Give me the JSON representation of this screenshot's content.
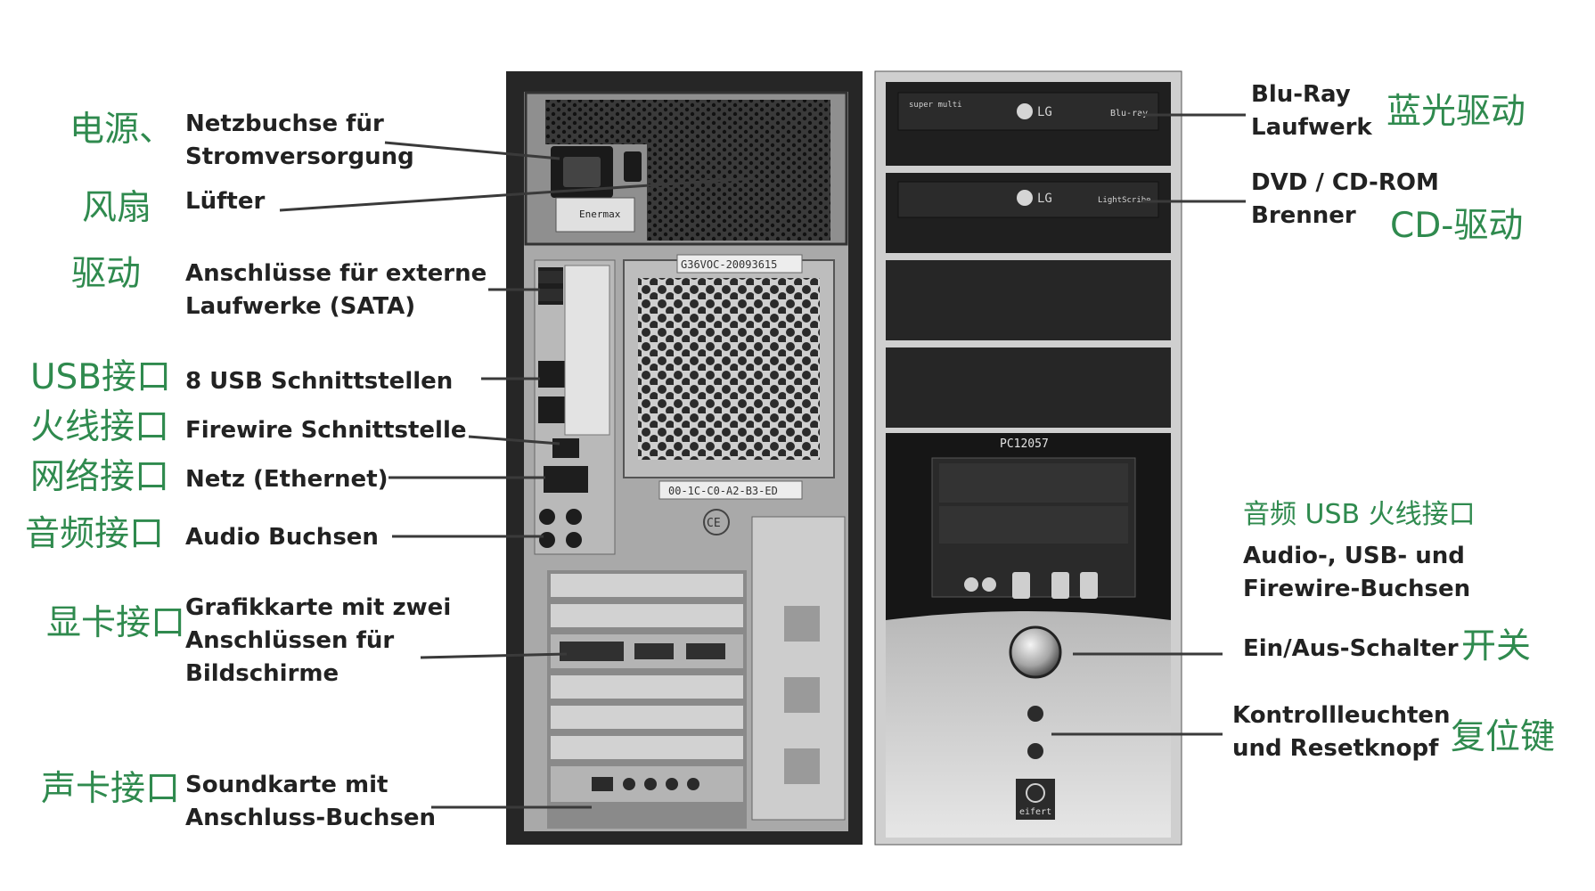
{
  "colors": {
    "label_text": "#222222",
    "handwriting": "#2f8a4e",
    "pointer_line": "#3a3a3a",
    "case_dark": "#2a2a2a",
    "case_grey": "#9a9a9a",
    "front_panel_light": "#d8d8d8"
  },
  "back_labels": [
    {
      "lines": [
        "Netzbuchse für",
        "Stromversorgung"
      ],
      "handwritten": "电源、"
    },
    {
      "lines": [
        "Lüfter"
      ],
      "handwritten": "风扇"
    },
    {
      "lines": [
        "Anschlüsse für externe",
        "Laufwerke (SATA)"
      ],
      "handwritten": "驱动"
    },
    {
      "lines": [
        "8 USB Schnittstellen"
      ],
      "handwritten": "USB接口"
    },
    {
      "lines": [
        "Firewire Schnittstelle"
      ],
      "handwritten": "火线接口"
    },
    {
      "lines": [
        "Netz (Ethernet)"
      ],
      "handwritten": "网络接口"
    },
    {
      "lines": [
        "Audio Buchsen"
      ],
      "handwritten": "音频接口"
    },
    {
      "lines": [
        "Grafikkarte mit zwei",
        "Anschlüssen für",
        "Bildschirme"
      ],
      "handwritten": "显卡接口"
    },
    {
      "lines": [
        "Soundkarte mit",
        "Anschluss-Buchsen"
      ],
      "handwritten": "声卡接口"
    }
  ],
  "front_labels": [
    {
      "lines": [
        "Blu-Ray",
        "Laufwerk"
      ],
      "handwritten": "蓝光驱动"
    },
    {
      "lines": [
        "DVD / CD-ROM",
        "Brenner"
      ],
      "handwritten": "CD-驱动"
    },
    {
      "lines": [
        "Audio-, USB- und",
        "Firewire-Buchsen"
      ],
      "handwritten": "音频 USB 火线接口"
    },
    {
      "lines": [
        "Ein/Aus-Schalter"
      ],
      "handwritten": "开关"
    },
    {
      "lines": [
        "Kontrollleuchten",
        "und Resetknopf"
      ],
      "handwritten": "复位键"
    }
  ],
  "photo_text": {
    "serial": "G36VOC-20093615",
    "mac": "00-1C-C0-A2-B3-ED",
    "model": "PC12057",
    "psu_brand": "Enermax",
    "drive_brand": "LG",
    "case_brand": "eifert",
    "ce_mark": "CE",
    "blu_ray_logo": "Blu-ray",
    "drive_logo_1": "super multi",
    "drive_logo_2": "LightScribe"
  }
}
